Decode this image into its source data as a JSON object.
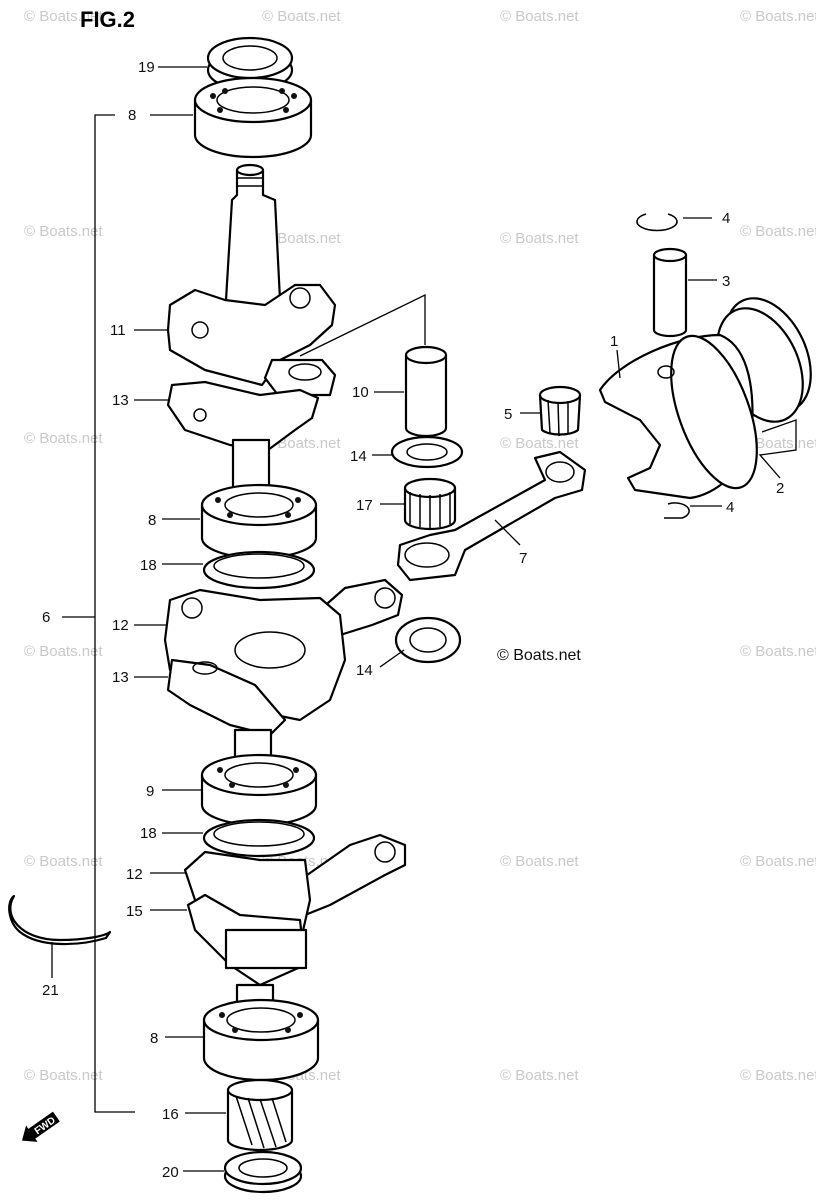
{
  "figure": {
    "title": "FIG.2"
  },
  "watermark": {
    "text": "© Boats.net",
    "center_text": "© Boats.net"
  },
  "direction": {
    "label": "FWD"
  },
  "callouts": [
    {
      "id": "c19",
      "label": "19"
    },
    {
      "id": "c8a",
      "label": "8"
    },
    {
      "id": "c11",
      "label": "11"
    },
    {
      "id": "c13a",
      "label": "13"
    },
    {
      "id": "c8b",
      "label": "8"
    },
    {
      "id": "c18a",
      "label": "18"
    },
    {
      "id": "c6",
      "label": "6"
    },
    {
      "id": "c12a",
      "label": "12"
    },
    {
      "id": "c13b",
      "label": "13"
    },
    {
      "id": "c9",
      "label": "9"
    },
    {
      "id": "c18b",
      "label": "18"
    },
    {
      "id": "c12b",
      "label": "12"
    },
    {
      "id": "c15",
      "label": "15"
    },
    {
      "id": "c21",
      "label": "21"
    },
    {
      "id": "c8c",
      "label": "8"
    },
    {
      "id": "c16",
      "label": "16"
    },
    {
      "id": "c20",
      "label": "20"
    },
    {
      "id": "c4a",
      "label": "4"
    },
    {
      "id": "c3",
      "label": "3"
    },
    {
      "id": "c1",
      "label": "1"
    },
    {
      "id": "c10",
      "label": "10"
    },
    {
      "id": "c5",
      "label": "5"
    },
    {
      "id": "c14a",
      "label": "14"
    },
    {
      "id": "c17",
      "label": "17"
    },
    {
      "id": "c2",
      "label": "2"
    },
    {
      "id": "c4b",
      "label": "4"
    },
    {
      "id": "c7",
      "label": "7"
    },
    {
      "id": "c14b",
      "label": "14"
    }
  ]
}
